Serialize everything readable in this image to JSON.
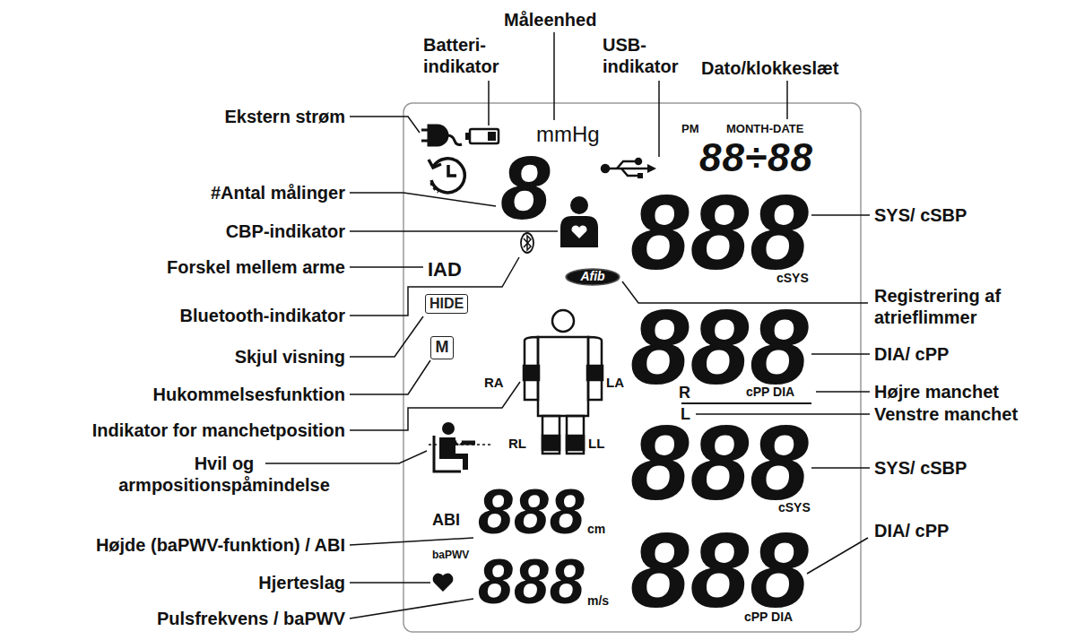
{
  "diagram": {
    "nodes": [
      {
        "text": [
          "Afib"
        ]
      },
      {
        "text": [
          "HIDE"
        ]
      },
      {
        "text": [
          "M"
        ]
      }
    ],
    "labels": [
      "Måleenhed",
      "Batteri- indikator",
      "USB- indikator",
      "Dato/klokkeslæt",
      "Ekstern strøm",
      "mmHg",
      "PM",
      "MONTH-DATE",
      "88÷88",
      "8",
      "888",
      "SYS/ cSBP",
      "#Antal målinger",
      "CBP-indikator",
      "IAD",
      "cSYS",
      "Registrering af atrieflimmer",
      "Forskel mellem arme",
      "Bluetooth-indikator",
      "888",
      "DIA/ cPP",
      "Skjul visning",
      "RA",
      "LA",
      "cPP DIA",
      "R",
      "Højre manchet",
      "Hukommelsesfunktion",
      "L",
      "Venstre manchet",
      "Indikator for manchetposition",
      "RL",
      "LL",
      "888",
      "SYS/ cSBP",
      "cSYS",
      "Hvil og armpositionspåmindelse",
      "ABI",
      "888",
      "cm",
      "DIA/ cPP",
      "Højde (baPWV-funktion) / ABI",
      "baPWV",
      "888",
      "Hjerteslag",
      "888",
      "m/s",
      "cPP DIA",
      "Pulsfrekvens / baPWV"
    ]
  }
}
